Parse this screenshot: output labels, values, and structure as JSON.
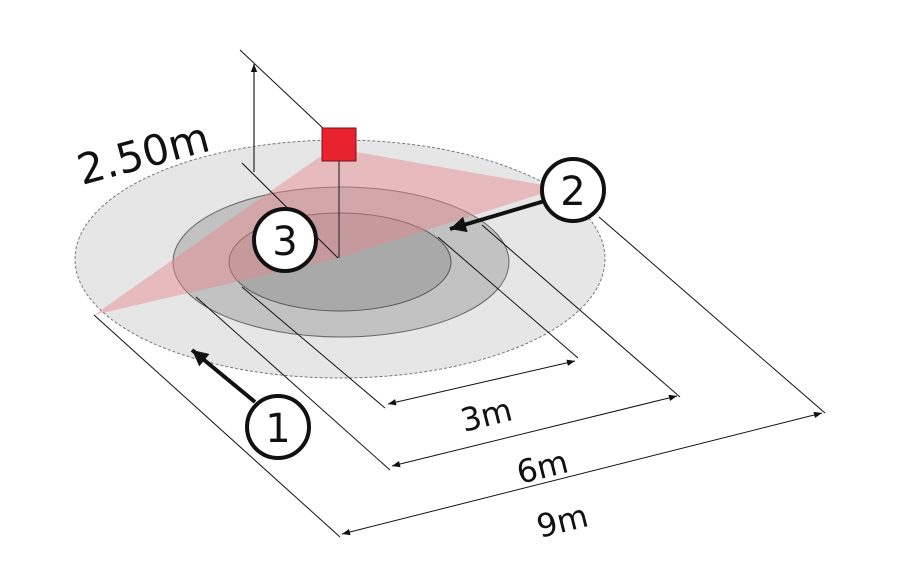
{
  "colors": {
    "sensor": "#e8232f",
    "detection_cone": "#e89aa0",
    "outer_zone": "#e6e6e6",
    "middle_zone": "#c2c2c2",
    "inner_zone": "#a9a9a9"
  },
  "height_label": "2.50m",
  "dimensions": {
    "inner": "3m",
    "middle": "6m",
    "outer": "9m"
  },
  "callouts": [
    "1",
    "2",
    "3"
  ]
}
